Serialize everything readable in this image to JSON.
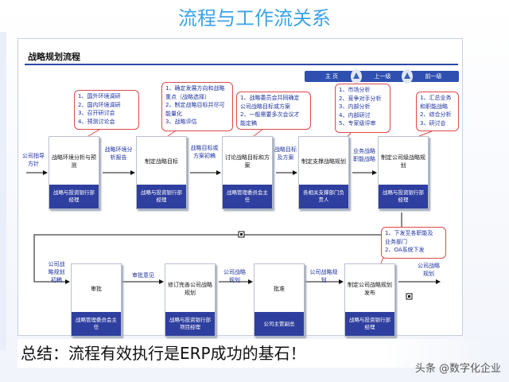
{
  "slide_title": "流程与工作流关系",
  "diagram": {
    "title": "战略规划流程",
    "nav": {
      "home": "主 页",
      "prev": "上一级",
      "back": "前一级"
    },
    "steps": [
      {
        "label": "战略环境分析与预测",
        "role": "战略与投资银行部经理"
      },
      {
        "label": "制定战略目标",
        "role": "战略与投资银行部经理"
      },
      {
        "label": "讨论战略目标和方案",
        "role": "战略管理委员会主任"
      },
      {
        "label": "制定支撑战略规划",
        "role": "各相关支撑部门负责人"
      },
      {
        "label": "制定公司级战略规划",
        "role": "战略与投资银行部经理"
      },
      {
        "label": "修订完善公司战略规划",
        "role": "战略与投资银行部项目经理"
      },
      {
        "label": "制定公司战略规划发布",
        "role": "战略与投资银行部经理"
      }
    ],
    "decisions": [
      {
        "label": "审批",
        "role": "战略管理委员会主任"
      },
      {
        "label": "批准",
        "role": "公司主管副总"
      }
    ],
    "callouts": [
      {
        "items": [
          "1、国外环境调研",
          "2、国内环境调研",
          "3、召开研讨会",
          "4、预测讨论会"
        ]
      },
      {
        "items": [
          "1、确定发展方向和战略",
          "重点（战略选择）",
          "2、制定战略目标并尽可",
          "能量化",
          "3、战略评估"
        ]
      },
      {
        "items": [
          "1、战略委员会共同确定",
          "公司战略目标或方案",
          "2、一般需要多次会议才",
          "能定稿"
        ]
      },
      {
        "items": [
          "1、市场分析",
          "2、竞争对手分析",
          "3、内部分析",
          "4、内部研讨",
          "5、专家级评审"
        ]
      },
      {
        "items": [
          "1、汇总业务",
          "和职能战略",
          "2、综合分析",
          "3、研讨会"
        ]
      },
      {
        "items": [
          "1、下发至各职能及",
          "业务部门",
          "2、OA系统下发"
        ]
      }
    ],
    "flow_labels": {
      "start": "公司指导方针",
      "l1": "战略环境分析报告",
      "l2": "战略目标或方案初稿",
      "l3": "战略目标及方案",
      "l4": "业务战略职能战略",
      "l5": "公司战略规划初稿",
      "l6": "审批意见",
      "l7": "公司战略规划",
      "l8": "公司战略规划",
      "end": "公司战略规划"
    }
  },
  "summary": "总结：流程有效执行是ERP成功的基石！",
  "watermark": "头条 @数字化企业"
}
